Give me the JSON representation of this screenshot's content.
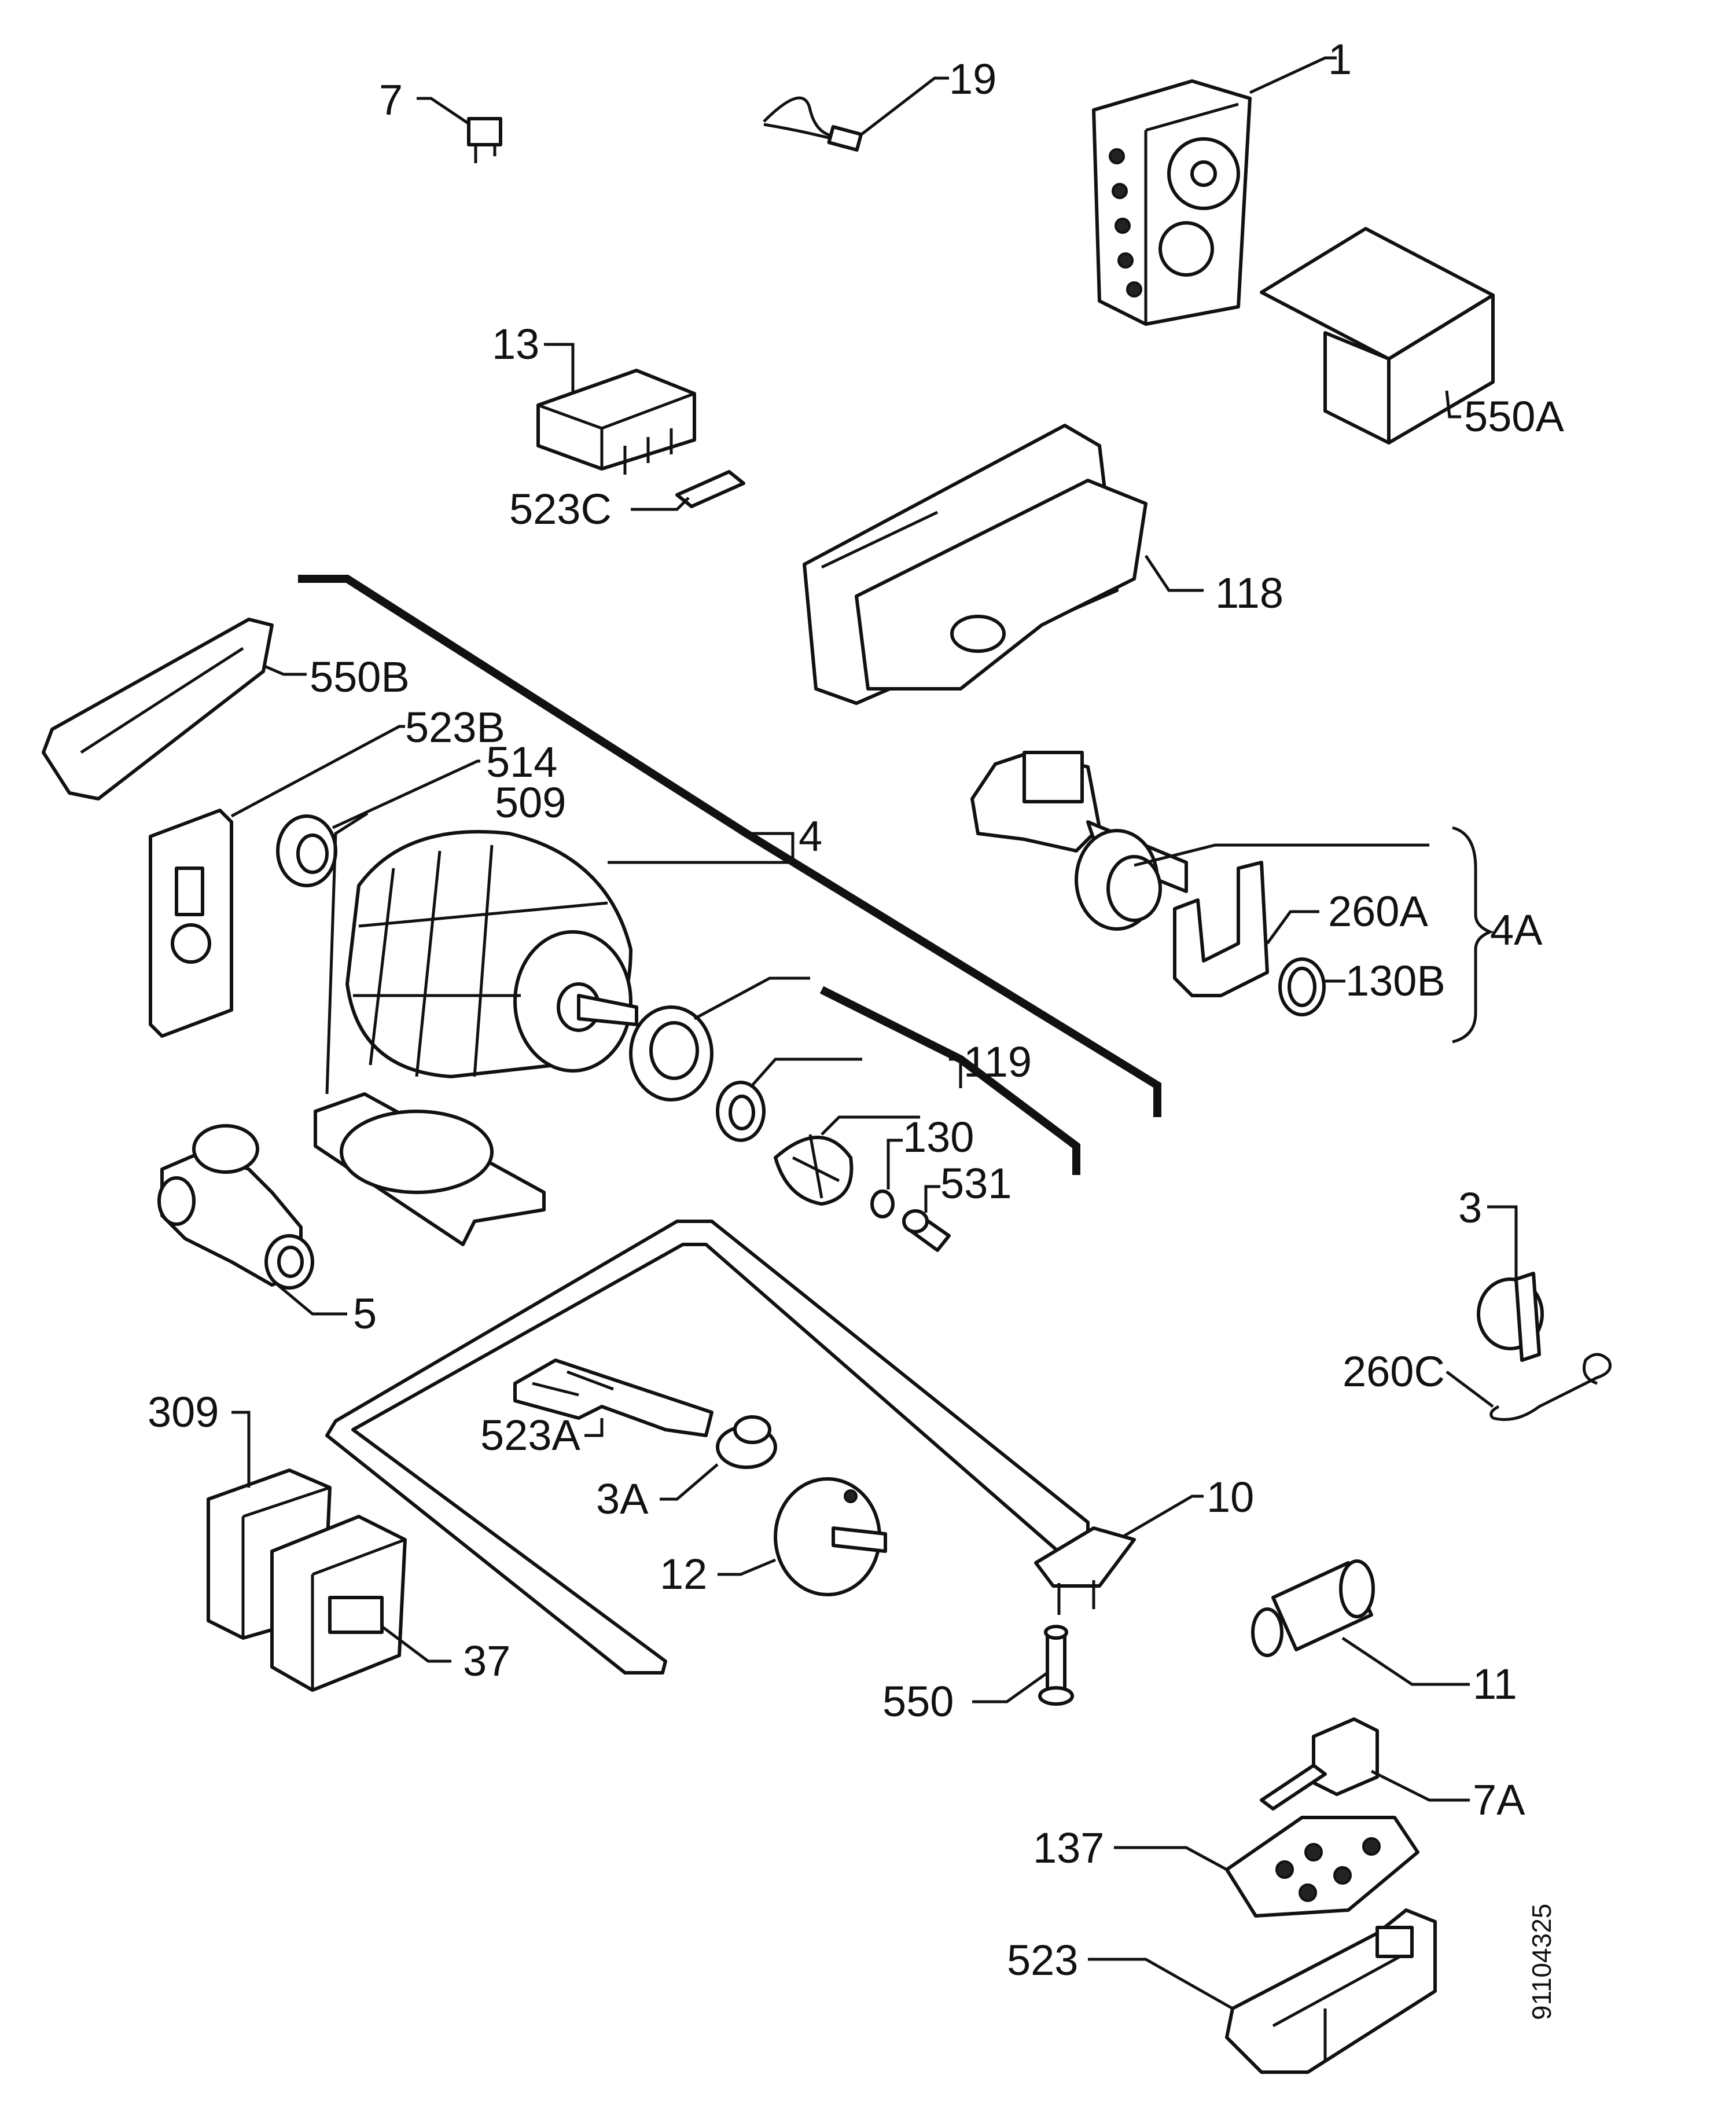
{
  "diagram": {
    "drawing_number": "91104325",
    "labels": {
      "l1": "1",
      "l3": "3",
      "l3A": "3A",
      "l4": "4",
      "l4A": "4A",
      "l5": "5",
      "l7": "7",
      "l7A": "7A",
      "l10": "10",
      "l11": "11",
      "l12": "12",
      "l13": "13",
      "l19": "19",
      "l37": "37",
      "l118": "118",
      "l119": "119",
      "l130": "130",
      "l130B": "130B",
      "l137": "137",
      "l260A": "260A",
      "l260C": "260C",
      "l309": "309",
      "l509": "509",
      "l514": "514",
      "l523": "523",
      "l523A": "523A",
      "l523B": "523B",
      "l523C": "523C",
      "l531": "531",
      "l550": "550",
      "l550A": "550A",
      "l550B": "550B"
    }
  }
}
